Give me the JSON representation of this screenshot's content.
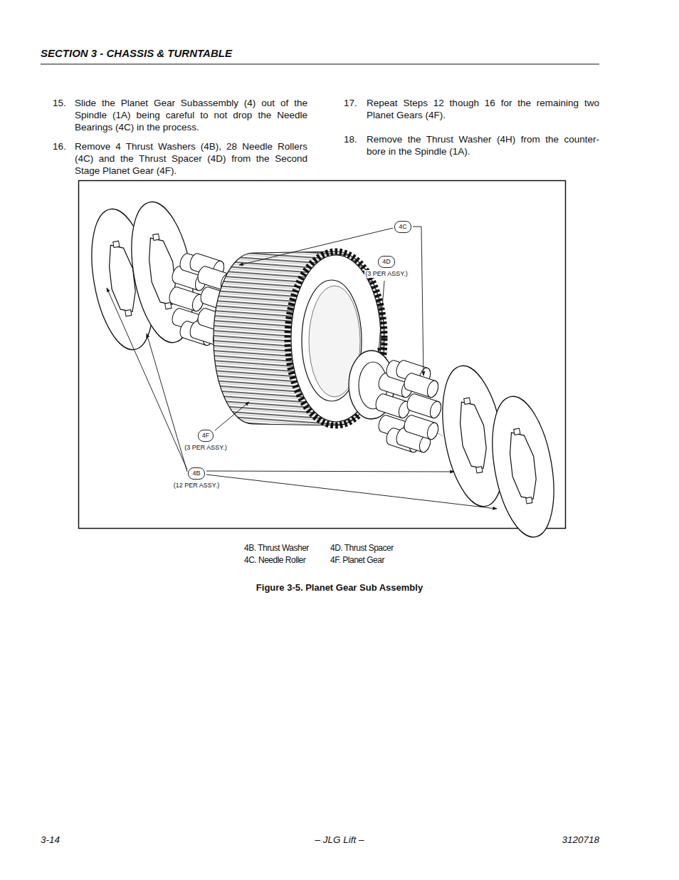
{
  "diagram": {
    "title": "SECTION 3 - CHASSIS & TURNTABLE",
    "caption": "Figure 3-5. Planet Gear Sub Assembly",
    "nodes": [
      {
        "text": [
          "4C"
        ]
      },
      {
        "text": [
          "4D",
          "(3 PER ASSY.)"
        ]
      },
      {
        "text": [
          "4F",
          "(3 PER ASSY.)"
        ]
      },
      {
        "text": [
          "4B",
          "(12 PER ASSY.)"
        ]
      }
    ],
    "labels": [
      "15.",
      "Slide the Planet Gear Subassembly (4) out of the Spindle (1A) being careful to not drop the Needle Bearings (4C) in the process.",
      "16.",
      "Remove 4 Thrust Washers (4B), 28 Needle Rollers (4C) and the Thrust Spacer (4D) from the Second Stage Planet Gear (4F).",
      "17.",
      "Repeat Steps 12 though 16 for the remaining two Planet Gears (4F).",
      "18.",
      "Remove the Thrust Washer (4H) from the counter-bore in the Spindle (1A).",
      "4B. Thrust Washer",
      "4D. Thrust Spacer",
      "4C. Needle Roller",
      "4F. Planet Gear",
      "3-14",
      "– JLG Lift –",
      "3120718"
    ]
  }
}
